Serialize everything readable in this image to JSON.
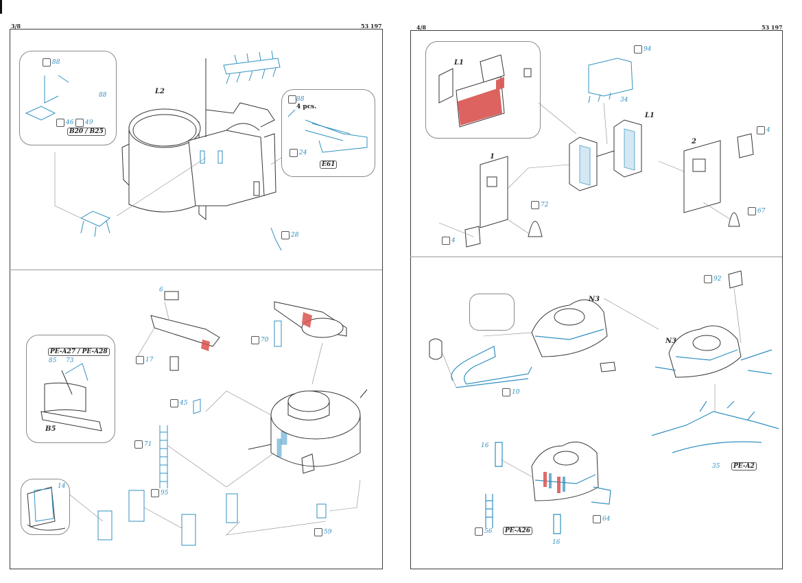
{
  "pages": [
    {
      "number": "3/8",
      "code": "53 197"
    },
    {
      "number": "4/8",
      "code": "53 197"
    }
  ],
  "left_page": {
    "part_L2": "L2",
    "inset_tl": {
      "n88a": "88",
      "n88b": "88",
      "n46": "46",
      "n49": "49",
      "tag": "B20 / B25"
    },
    "inset_tr": {
      "n88": "88",
      "pcs": "4 pcs.",
      "n24": "24",
      "tag": "E61"
    },
    "n28": "28",
    "n6": "6",
    "n17": "17",
    "n70": "70",
    "inset_ml": {
      "tag": "PE-A27 / PE-A28",
      "n85": "85",
      "n73": "73",
      "part": "B5"
    },
    "n45": "45",
    "n71": "71",
    "inset_bl": {
      "n14": "14"
    },
    "n95": "95",
    "n59": "59"
  },
  "right_page": {
    "inset_l1": {
      "part": "L1"
    },
    "n94": "94",
    "n34": "34",
    "part_L1": "L1",
    "n4a": "4",
    "n2": "2",
    "n1": "1",
    "n72": "72",
    "n67": "67",
    "n4b": "4",
    "n92": "92",
    "part_N3a": "N3",
    "part_N3b": "N3",
    "n10": "10",
    "n35": "35",
    "tag_a2": "PE-A2",
    "n16a": "16",
    "n16b": "16",
    "n56": "56",
    "tag_a26": "PE-A26",
    "n64": "64"
  },
  "colors": {
    "photo_etch_blue": "#2f8fc0",
    "paint_red": "#d9534f",
    "line": "#3a3a3a"
  }
}
